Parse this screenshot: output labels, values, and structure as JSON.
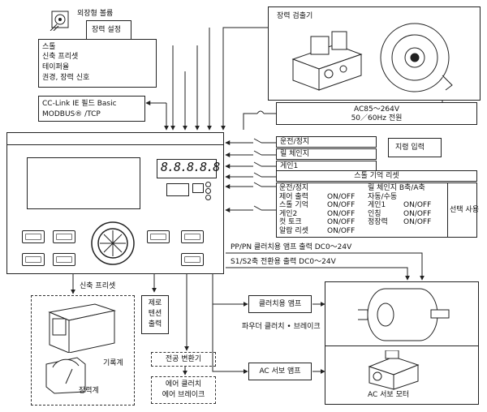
{
  "ext_volume": {
    "label": "외장형 볼륨",
    "tension_set": "장력 설정"
  },
  "inputs_list": [
    "스톨",
    "신축 프리셋",
    "테이퍼율",
    "권경, 장력 신호"
  ],
  "network": {
    "line1": "CC-Link IE 필드 Basic",
    "line2": "MODBUS® /TCP"
  },
  "tension_detector": {
    "title": "장력 검출기"
  },
  "power": {
    "line1": "AC85～264V",
    "line2": "50／60Hz 전원"
  },
  "top_inputs": {
    "run_stop": "운전/정지",
    "roll_change": "릴 체인지",
    "gain1": "게인1",
    "tension_input": "지령 입력"
  },
  "stall_reset": "스톨 기억 리셋",
  "options_table": {
    "side_label": "선택 사용",
    "left": [
      {
        "name": "운전/정지",
        "val": ""
      },
      {
        "name": "제어 출력",
        "val": "ON/OFF"
      },
      {
        "name": "스톨 기억",
        "val": "ON/OFF"
      },
      {
        "name": "게인2",
        "val": "ON/OFF"
      },
      {
        "name": "컷 토크",
        "val": "ON/OFF"
      },
      {
        "name": "알람 리셋",
        "val": "ON/OFF"
      }
    ],
    "right": [
      {
        "name": "릴 체인지 B축/A축",
        "val": ""
      },
      {
        "name": "자동/수동",
        "val": ""
      },
      {
        "name": "게인1",
        "val": "ON/OFF"
      },
      {
        "name": "인칭",
        "val": "ON/OFF"
      },
      {
        "name": "정장력",
        "val": "ON/OFF"
      }
    ]
  },
  "outputs": {
    "pp_pn": "PP/PN 클러치용 앰프 출력  DC0～24V",
    "s1_s2": "S1/S2축 전환용 출력 DC0～24V",
    "clutch_amp": "클러치용 앰프",
    "powder": "파우더 클러치 • 브레이크",
    "ac_servo_amp": "AC 서보 앰프",
    "ac_servo_motor": "AC 서보 모터"
  },
  "bottom": {
    "expand_preset": "신축 프리셋",
    "recorder": "기록계",
    "tension_meter": "장력계",
    "zero_tension": [
      "제로",
      "텐션",
      "출력"
    ],
    "ep_converter": "전공 변환기",
    "air_clutch": [
      "에어 클러치",
      "에어 브레이크"
    ]
  },
  "display": {
    "segments": "8.8.8.8.8"
  }
}
